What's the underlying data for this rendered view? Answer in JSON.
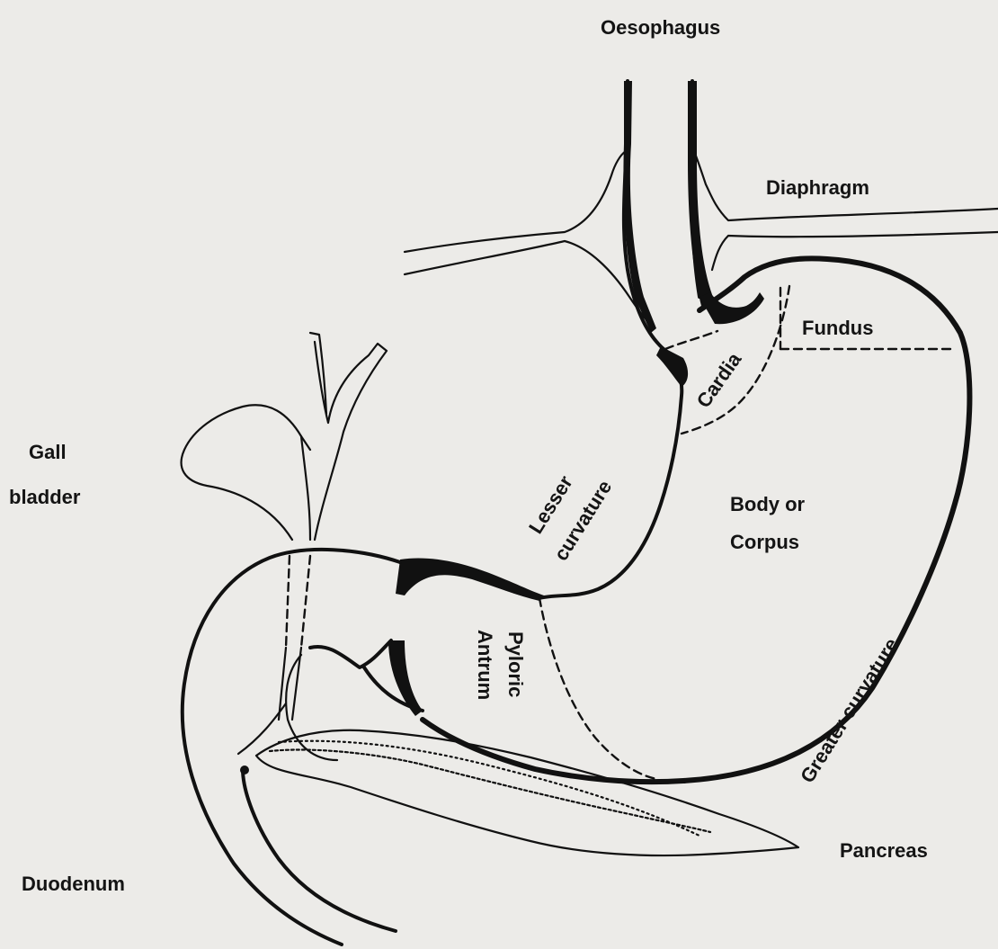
{
  "labels": {
    "oesophagus": "Oesophagus",
    "diaphragm": "Diaphragm",
    "fundus": "Fundus",
    "cardia": "Cardia",
    "gall": "Gall",
    "bladder": "bladder",
    "lesser": "Lesser",
    "curvature": "curvature",
    "body_or": "Body  or",
    "corpus": "Corpus",
    "pyloric": "Pyloric",
    "antrum": "Antrum",
    "greater_curvature": "Greater  curvature",
    "pancreas": "Pancreas",
    "duodenum": "Duodenum"
  }
}
